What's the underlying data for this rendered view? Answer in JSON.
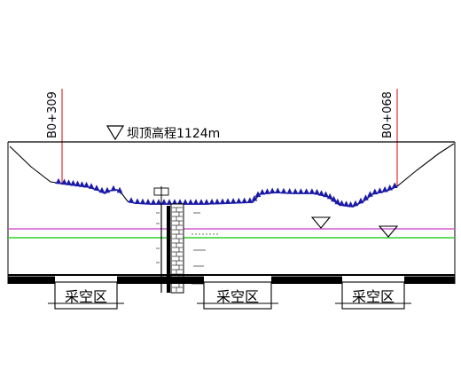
{
  "labels": {
    "station_left": "B0+309",
    "station_right": "B0+068",
    "crest_elevation": "坝顶高程1124m",
    "goaf_1": "采空区",
    "goaf_2": "采空区",
    "goaf_3": "采空区"
  },
  "colors": {
    "line": "#000000",
    "station_line": "#e0302f",
    "riprap": "#1a1aa6",
    "water_level_1": "#d25ad2",
    "water_level_2": "#2fd22f",
    "background": "#ffffff"
  },
  "icons": {
    "elevation_marker": "inverted-triangle-icon"
  }
}
